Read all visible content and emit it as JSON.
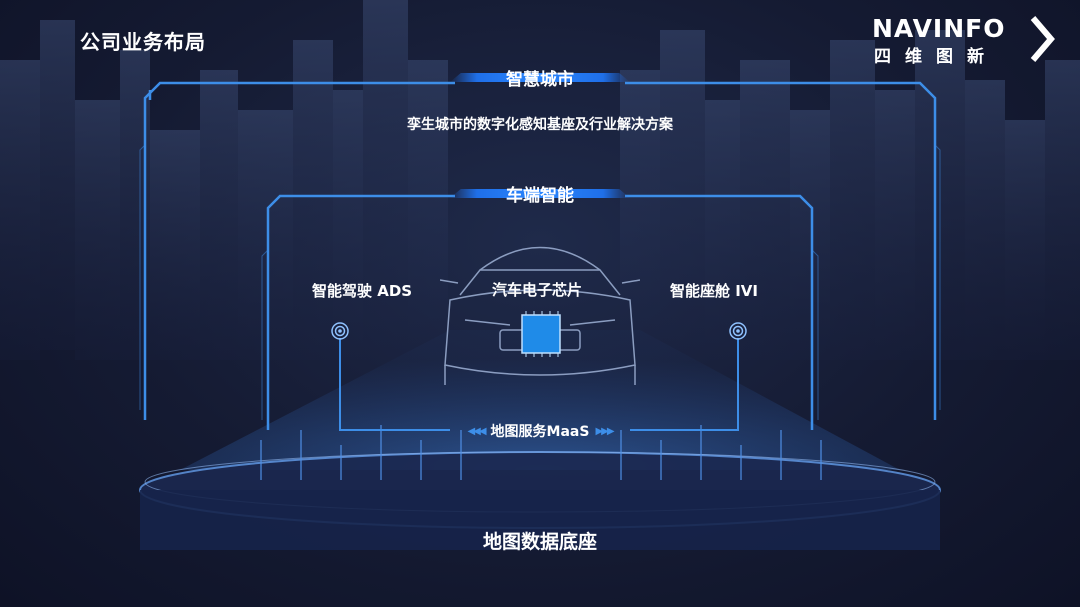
{
  "page": {
    "title": "公司业务布局"
  },
  "logo": {
    "word": "NAVINFO",
    "cn": "四维图新"
  },
  "smart_city": {
    "title": "智慧城市",
    "desc": "孪生城市的数字化感知基座及行业解决方案"
  },
  "vehicle": {
    "title": "车端智能",
    "ads": "智能驾驶 ADS",
    "chip": "汽车电子芯片",
    "ivi": "智能座舱 IVI",
    "maas": "地图服务MaaS"
  },
  "base": {
    "title": "地图数据底座"
  },
  "colors": {
    "accent": "#2a86ff",
    "line": "#3d8ee8",
    "background": "#151b33"
  }
}
